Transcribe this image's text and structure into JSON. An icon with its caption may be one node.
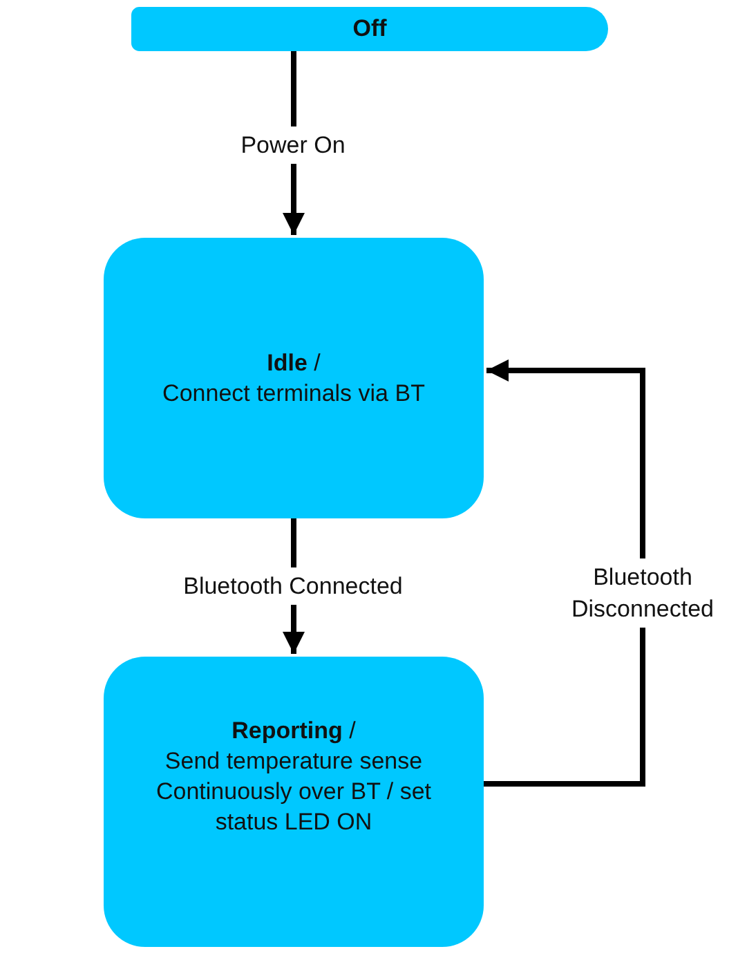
{
  "diagram": {
    "nodes": [
      {
        "text": [
          "Off"
        ]
      },
      {
        "text": [
          "**Idle** /",
          "Connect terminals via BT"
        ]
      },
      {
        "text": [
          "**Reporting** /",
          "Send temperature sense Continuously over BT / set status LED ON"
        ]
      }
    ],
    "edges": [
      {
        "from": 0,
        "to": 1,
        "arrow": "to",
        "label": "Power On"
      },
      {
        "from": 1,
        "to": 2,
        "arrow": "to",
        "label": "Bluetooth Connected"
      },
      {
        "from": 2,
        "to": 1,
        "arrow": "to",
        "label": "Bluetooth Disconnected"
      }
    ]
  }
}
